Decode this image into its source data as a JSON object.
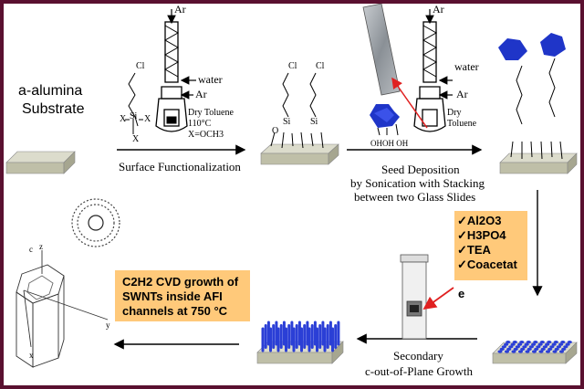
{
  "substrate_label": {
    "line1": "a-alumina",
    "line2": "Substrate"
  },
  "step1": {
    "reflux_labels": {
      "ar_top": "Ar",
      "water": "water",
      "ar_side": "Ar"
    },
    "conditions": {
      "solvent": "Dry Toluene",
      "temp": "110°C",
      "x_def": "X=OCH3"
    },
    "molecule": {
      "cl": "Cl",
      "si": "Si",
      "x_left": "X",
      "x_right": "X",
      "x_bottom": "X"
    },
    "caption": "Surface Functionalization"
  },
  "step2": {
    "reflux_labels": {
      "ar_top": "Ar",
      "water": "water",
      "ar_side": "Ar",
      "solvent": "Dry Toluene"
    },
    "seed_label": "OHOH OH",
    "caption_lines": [
      "Seed Deposition",
      "by Sonication with Stacking",
      "between two Glass Slides"
    ]
  },
  "functionalized_surface": {
    "cl": "Cl",
    "si": "Si",
    "o": "O"
  },
  "synthesis_gel": {
    "items": [
      "Al2O3",
      "H3PO4",
      "TEA",
      "Coacetat",
      "e"
    ]
  },
  "step3": {
    "caption_lines": [
      "Secondary",
      "c-out-of-Plane Growth"
    ]
  },
  "cvd_box": {
    "line1": "C2H2 CVD growth of",
    "line2": "SWNTs inside AFI",
    "line3": "channels at 750 °C"
  },
  "crystal_axes": {
    "c": "c",
    "z": "z",
    "y": "y",
    "x": "x"
  },
  "colors": {
    "frame": "#5a1030",
    "box": "#ffc97a",
    "seed": "#2b3fd6",
    "substrate": "#c8c8b4",
    "arrow_red": "#e02020"
  }
}
